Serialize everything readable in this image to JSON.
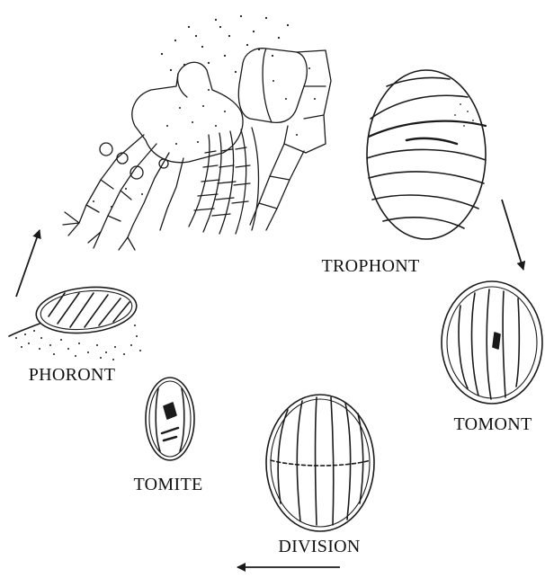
{
  "diagram": {
    "stages": [
      {
        "id": "trophont",
        "label": "TROPHONT"
      },
      {
        "id": "tomont",
        "label": "TOMONT"
      },
      {
        "id": "division",
        "label": "DIVISION"
      },
      {
        "id": "tomite",
        "label": "TOMITE"
      },
      {
        "id": "phoront",
        "label": "PHORONT"
      }
    ],
    "host_icon": "crustacean-appendage-icon",
    "ink_color": "#1a1a1a",
    "background": "#ffffff"
  }
}
